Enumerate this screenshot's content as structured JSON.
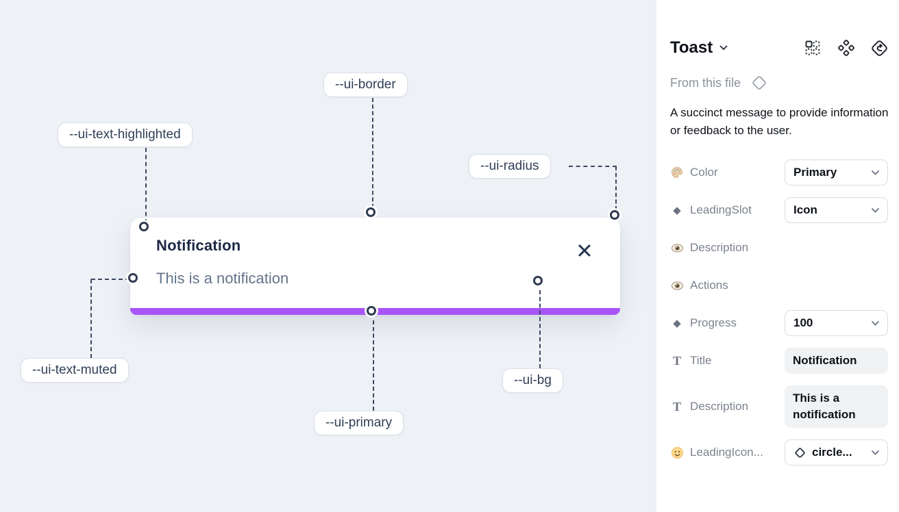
{
  "colors": {
    "canvas_bg": "#eef1f6",
    "panel_bg": "#ffffff",
    "primary_purple": "#a855f7",
    "toggle_blue": "#1e9bf0",
    "annotation_text": "#2f3e56",
    "toast_title_text": "#1c2944",
    "toast_muted_text": "#64748b"
  },
  "canvas": {
    "toast": {
      "title": "Notification",
      "description": "This is a notification",
      "close_icon": "x"
    },
    "annotations": [
      {
        "label": "--ui-border"
      },
      {
        "label": "--ui-text-highlighted"
      },
      {
        "label": "--ui-radius"
      },
      {
        "label": "--ui-text-muted"
      },
      {
        "label": "--ui-primary"
      },
      {
        "label": "--ui-bg"
      }
    ]
  },
  "panel": {
    "title": "Toast",
    "source": "From this file",
    "source_icon": "diamond-outline-icon",
    "description": "A succinct message to provide information or feedback to the user.",
    "toolbar_icons": [
      "instance-grid-icon",
      "component-icon",
      "swap-instance-icon"
    ],
    "rows": [
      {
        "icon": "palette-icon",
        "label": "Color",
        "type": "select",
        "value": "Primary"
      },
      {
        "icon": "diamond-icon",
        "label": "LeadingSlot",
        "type": "select",
        "value": "Icon"
      },
      {
        "icon": "eye-icon",
        "label": "Description",
        "type": "toggle",
        "value": "on"
      },
      {
        "icon": "eye-icon",
        "label": "Actions",
        "type": "toggle",
        "value": "on"
      },
      {
        "icon": "diamond-icon",
        "label": "Progress",
        "type": "select",
        "value": "100"
      },
      {
        "icon": "text-icon",
        "label": "Title",
        "type": "text",
        "value": "Notification"
      },
      {
        "icon": "text-icon",
        "label": "Description",
        "type": "text",
        "value": "This is a notification"
      },
      {
        "icon": "smiley-icon",
        "label": "LeadingIcon...",
        "type": "select",
        "value": "circle...",
        "value_icon": "diamond-outline-icon"
      }
    ]
  }
}
